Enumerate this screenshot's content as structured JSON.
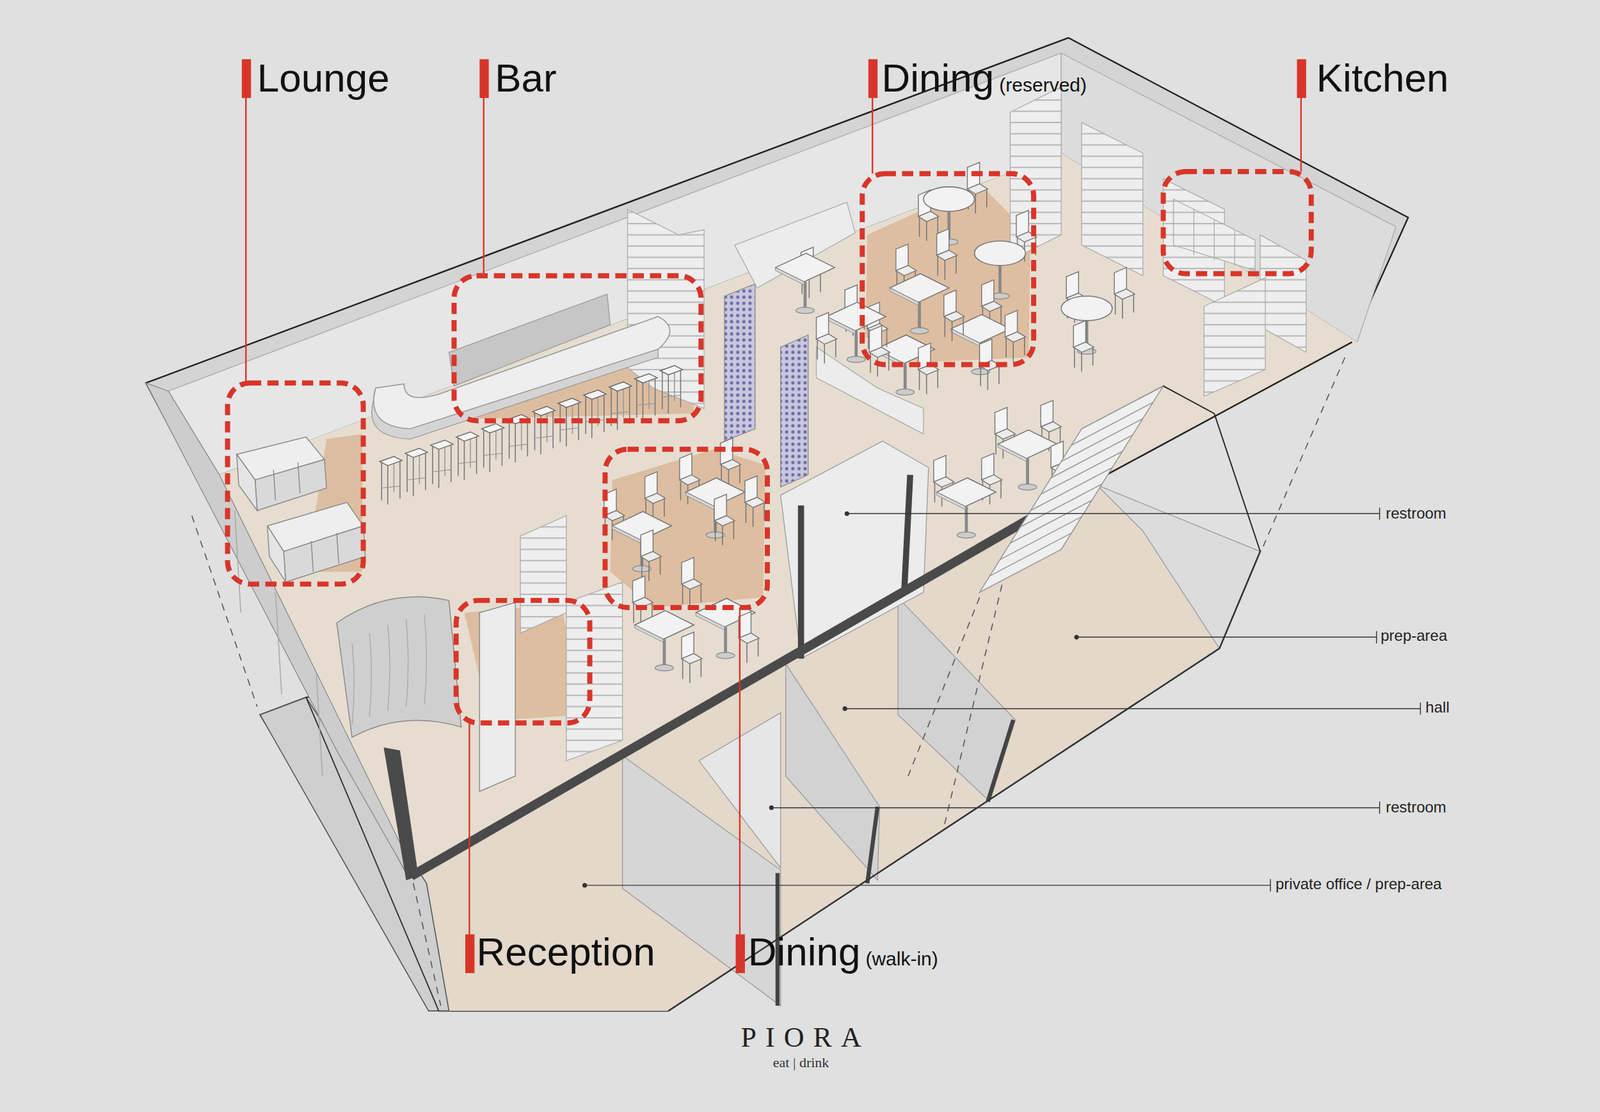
{
  "diagram": {
    "labels": [
      "Lounge",
      "Bar",
      "Dining",
      "(reserved)",
      "Kitchen",
      "restroom",
      "prep-area",
      "hall",
      "restroom",
      "private office / prep-area",
      "Reception",
      "Dining",
      "(walk-in)",
      "PIORA",
      "eat | drink"
    ]
  }
}
